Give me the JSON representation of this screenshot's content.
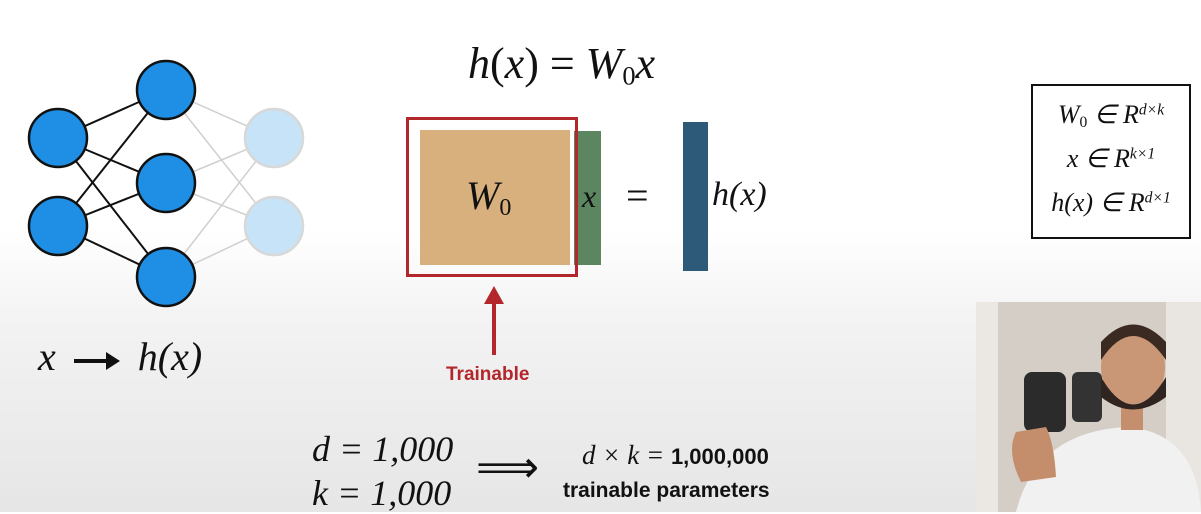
{
  "formula": {
    "h": "h",
    "lp": "(",
    "x": "x",
    "rp": ")",
    "eq": " = ",
    "W": "W",
    "sub0": "0",
    "x2": "x"
  },
  "matrix": {
    "W": "W",
    "sub0": "0",
    "x": "x",
    "equals": "=",
    "hx": "h(x)"
  },
  "trainable_label": "Trainable",
  "neural_net": {
    "label_x": "x",
    "label_h": "h(x)"
  },
  "dims": {
    "line1": {
      "W": "W",
      "sub": "0",
      "in": " ∈ R",
      "sup": "d×k"
    },
    "line2": {
      "x": "x",
      "in": " ∈ R",
      "sup": "k×1"
    },
    "line3": {
      "hx": "h(x)",
      "in": " ∈ R",
      "sup": "d×1"
    }
  },
  "params": {
    "d_line": "d = 1,000",
    "k_line": "k = 1,000",
    "implies": "⟹",
    "dk_expr": "d × k = ",
    "dk_value": "1,000,000",
    "trainable_params": "trainable parameters"
  },
  "colors": {
    "node_blue": "#1f8fe6",
    "node_light": "#c7e3f7",
    "trainable_red": "#b3262b",
    "weight_fill": "#d8b07e",
    "x_green": "#5b8660",
    "h_blue": "#2d5a78"
  }
}
